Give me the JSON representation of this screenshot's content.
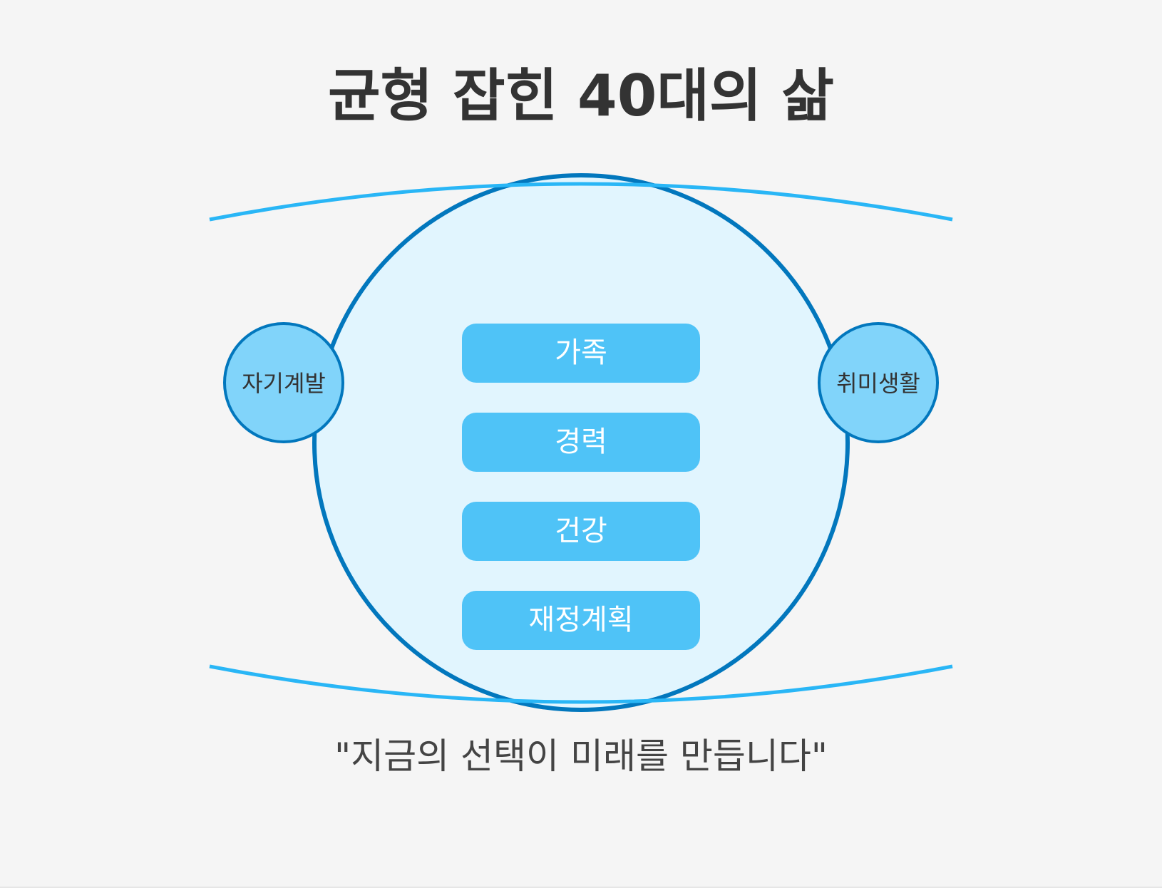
{
  "title": "균형 잡힌 40대의 삶",
  "core_items": [
    "가족",
    "경력",
    "건강",
    "재정계획"
  ],
  "side_left": "자기계발",
  "side_right": "취미생활",
  "quote": "\"지금의 선택이 미래를 만듭니다\"",
  "colors": {
    "background": "#f5f5f5",
    "title_text": "#333333",
    "main_circle_fill": "#e1f5fe",
    "main_circle_stroke": "#0277bd",
    "arc_stroke": "#29b6f6",
    "pill_fill": "#4fc3f7",
    "pill_text": "#ffffff",
    "side_circle_fill": "#81d4fa",
    "side_circle_stroke": "#0277bd",
    "quote_text": "#444444"
  }
}
